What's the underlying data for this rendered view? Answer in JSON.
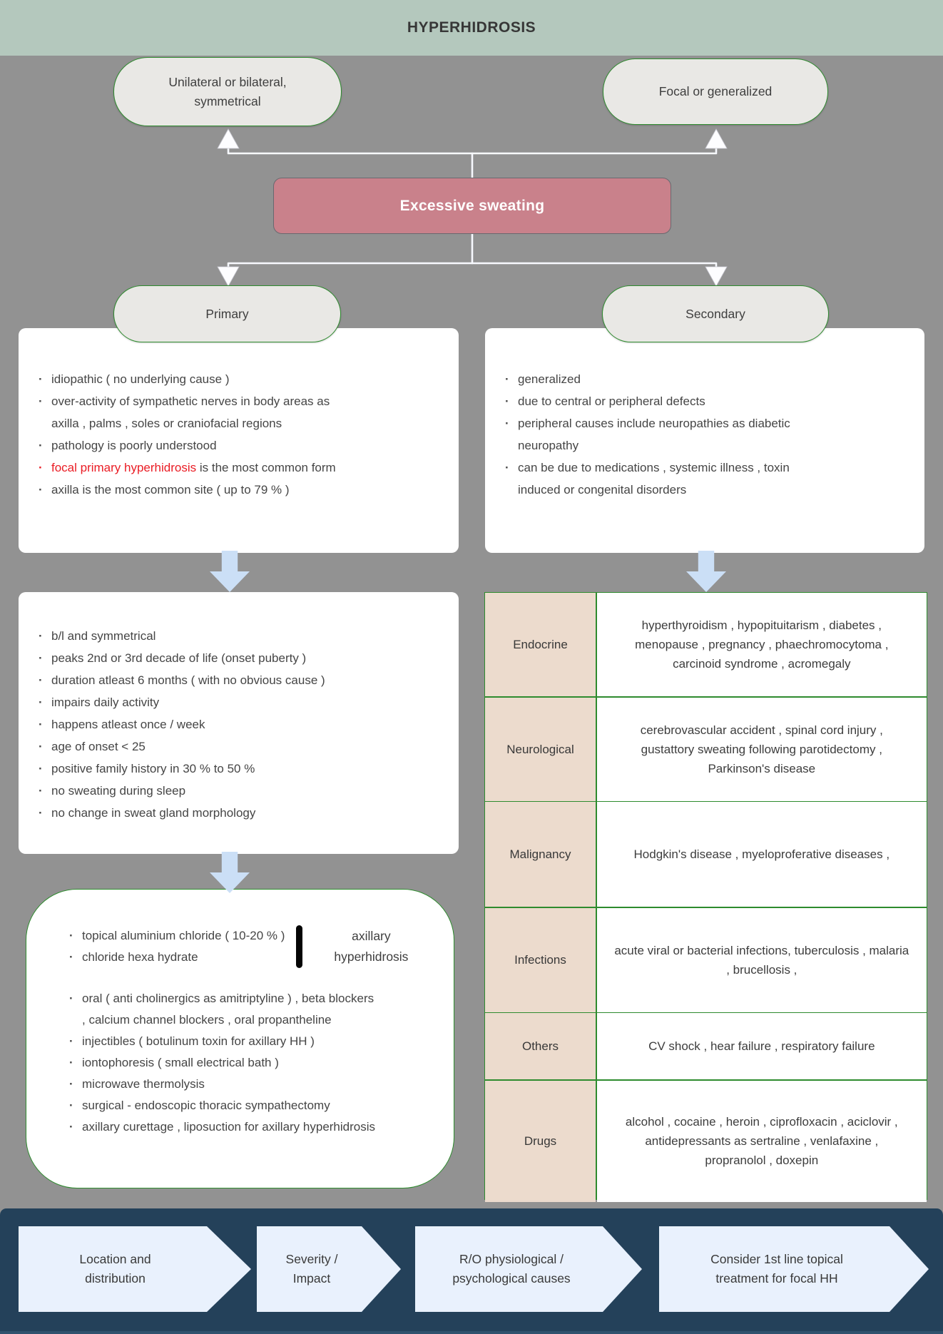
{
  "title": "HYPERHIDROSIS",
  "colors": {
    "header_bg": "#b4c8bd",
    "canvas_bg": "#929292",
    "root_box_bg": "#c9818b",
    "oval_fill": "#e9e8e5",
    "oval_border_green": "#2e8b2e",
    "red_highlight_text": "#ea1c24",
    "block_arrow_blue": "#cbdff6",
    "table_label_bg": "#ecdbcd",
    "bottom_bar_bg": "#24415a",
    "chevron_bg": "#e9f1fd",
    "connector_line": "#f7f9fe"
  },
  "top_ovals": {
    "left": "Unilateral or bilateral,\nsymmetrical",
    "right": "Focal or generalized"
  },
  "root_label": "Excessive sweating",
  "branch_ovals": {
    "left": "Primary",
    "right": "Secondary"
  },
  "primary_box": {
    "bullets": [
      "idiopathic ( no underlying cause )",
      "over-activity of sympathetic nerves in body areas as\naxilla , palms , soles or craniofacial regions",
      "pathology is poorly understood"
    ],
    "red_phrase": "focal primary hyperhidrosis",
    "red_rest": "is the most common form",
    "last_bullet": "axilla is the most common site ( up to 79 % )"
  },
  "secondary_box": {
    "bullets": [
      "generalized",
      "due to central or peripheral defects",
      "peripheral causes include neuropathies as diabetic\nneuropathy",
      "can be due to medications , systemic illness , toxin\ninduced or congenital disorders"
    ]
  },
  "criteria_box": {
    "bullets": [
      "b/l and symmetrical",
      "peaks 2nd or 3rd decade of life (onset puberty )",
      "duration atleast 6 months ( with no obvious cause )",
      "impairs daily activity",
      "happens atleast once / week",
      "age of onset < 25",
      "positive family history in 30 % to 50 %",
      "no sweating during sleep",
      "no change in sweat gland morphology"
    ]
  },
  "treatment_box": {
    "topical_bullets": [
      "topical aluminium chloride ( 10-20 % )",
      "chloride hexa hydrate"
    ],
    "brace_label": "axillary\nhyperhidrosis",
    "other_bullets": [
      "oral ( anti cholinergics as amitriptyline ) , beta blockers\n, calcium channel blockers , oral propantheline",
      "injectibles ( botulinum toxin for axillary HH  )",
      "iontophoresis ( small electrical bath )",
      "microwave thermolysis",
      "surgical - endoscopic thoracic sympathectomy",
      "axillary curettage , liposuction for axillary hyperhidrosis"
    ]
  },
  "causes_table": {
    "rows": [
      {
        "label": "Endocrine",
        "text": "hyperthyroidism , hypopituitarism , diabetes , menopause , pregnancy , phaechromocytoma , carcinoid syndrome , acromegaly"
      },
      {
        "label": "Neurological",
        "text": "cerebrovascular accident , spinal cord injury , gustattory sweating following parotidectomy , Parkinson's disease"
      },
      {
        "label": "Malignancy",
        "text": "Hodgkin's disease , myeloproferative diseases ,"
      },
      {
        "label": "Infections",
        "text": "acute viral or bacterial infections, tuberculosis , malaria , brucellosis ,"
      },
      {
        "label": "Others",
        "text": "CV shock , hear failure , respiratory failure"
      },
      {
        "label": "Drugs",
        "text": "alcohol , cocaine , heroin , ciprofloxacin , aciclovir , antidepressants as sertraline ,  venlafaxine , propranolol , doxepin"
      }
    ]
  },
  "pathway": {
    "steps": [
      "Location and\ndistribution",
      "Severity /\nImpact",
      "R/O physiological /\npsychological causes",
      "Consider 1st line topical\ntreatment for focal HH"
    ]
  }
}
